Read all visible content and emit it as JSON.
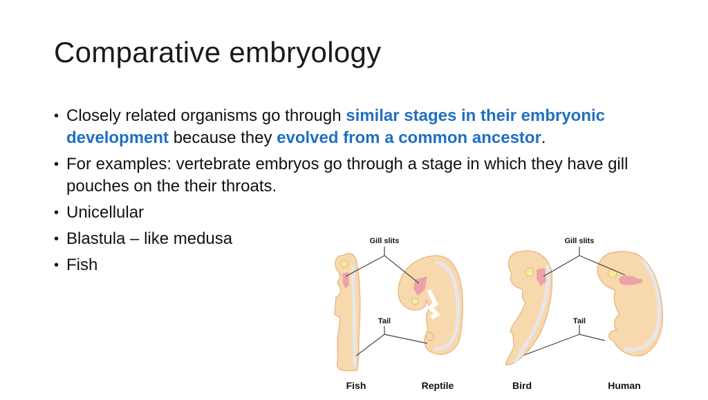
{
  "slide": {
    "title": "Comparative embryology",
    "bullets": [
      {
        "segments": [
          {
            "text": "Closely related organisms go through ",
            "highlight": false
          },
          {
            "text": "similar stages in their embryonic development",
            "highlight": true
          },
          {
            "text": " because they ",
            "highlight": false
          },
          {
            "text": "evolved from a common ancestor",
            "highlight": true
          },
          {
            "text": ".",
            "highlight": false
          }
        ]
      },
      {
        "segments": [
          {
            "text": "For examples: vertebrate embryos go through a stage in which they have gill pouches on the their throats.",
            "highlight": false
          }
        ]
      },
      {
        "segments": [
          {
            "text": "Unicellular",
            "highlight": false
          }
        ]
      },
      {
        "segments": [
          {
            "text": "Blastula – like medusa",
            "highlight": false
          }
        ]
      },
      {
        "segments": [
          {
            "text": "Fish",
            "highlight": false
          }
        ]
      }
    ],
    "bullet_glyph": "•",
    "colors": {
      "highlight": "#1f6fc0",
      "text": "#111111",
      "embryo_fill": "#f8d9ae",
      "embryo_outline": "#e9b985",
      "gill": "#eba3aa",
      "spine": "#e6e6ec"
    }
  },
  "figure": {
    "left_group": {
      "gill_label": "Gill slits",
      "tail_label": "Tail",
      "species": [
        "Fish",
        "Reptile"
      ]
    },
    "right_group": {
      "gill_label": "Gill slits",
      "tail_label": "Tail",
      "species": [
        "Bird",
        "Human"
      ]
    }
  }
}
